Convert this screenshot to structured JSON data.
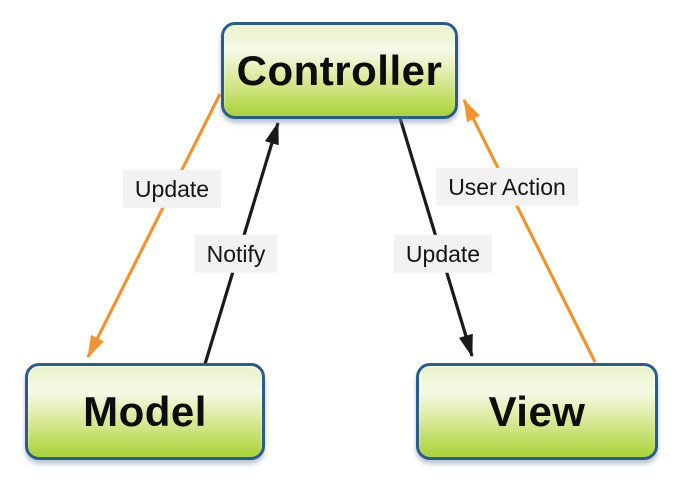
{
  "diagram": {
    "nodes": [
      {
        "id": "controller",
        "label": "Controller"
      },
      {
        "id": "model",
        "label": "Model"
      },
      {
        "id": "view",
        "label": "View"
      }
    ],
    "edges": [
      {
        "from": "controller",
        "to": "model",
        "label": "Update",
        "color": "#F0952E"
      },
      {
        "from": "model",
        "to": "controller",
        "label": "Notify",
        "color": "#1A1A1A"
      },
      {
        "from": "controller",
        "to": "view",
        "label": "Update",
        "color": "#1A1A1A"
      },
      {
        "from": "view",
        "to": "controller",
        "label": "User Action",
        "color": "#F0952E"
      }
    ],
    "colors": {
      "background": "#FFFFFF",
      "node_border": "#2C5C8C",
      "node_fill_top": "#E9F2C8",
      "node_fill_bottom": "#A8D336",
      "node_text": "#0D0D0D",
      "edge_label_bg": "#F2F2F2",
      "edge_label_text": "#141414",
      "arrow_accent_orange": "#F0952E",
      "arrow_black": "#1A1A1A"
    }
  }
}
